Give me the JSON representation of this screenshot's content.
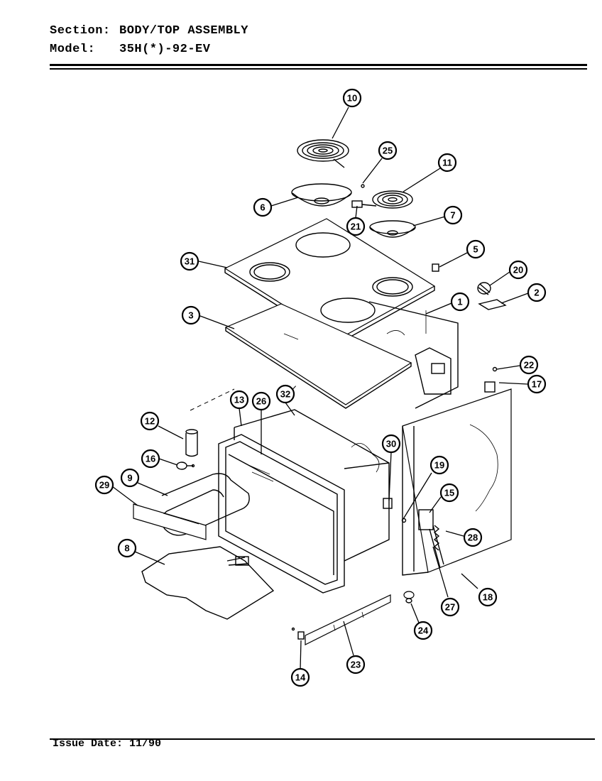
{
  "header": {
    "section_label": "Section:",
    "section_value": "BODY/TOP ASSEMBLY",
    "model_label": "Model:",
    "model_value": "35H(*)-92-EV"
  },
  "footer": {
    "issue_date": "Issue Date: 11/90"
  },
  "callouts": [
    "10",
    "25",
    "11",
    "6",
    "21",
    "7",
    "5",
    "31",
    "20",
    "2",
    "1",
    "3",
    "22",
    "17",
    "13",
    "26",
    "32",
    "12",
    "30",
    "19",
    "16",
    "9",
    "15",
    "29",
    "28",
    "8",
    "18",
    "27",
    "24",
    "14",
    "23"
  ]
}
